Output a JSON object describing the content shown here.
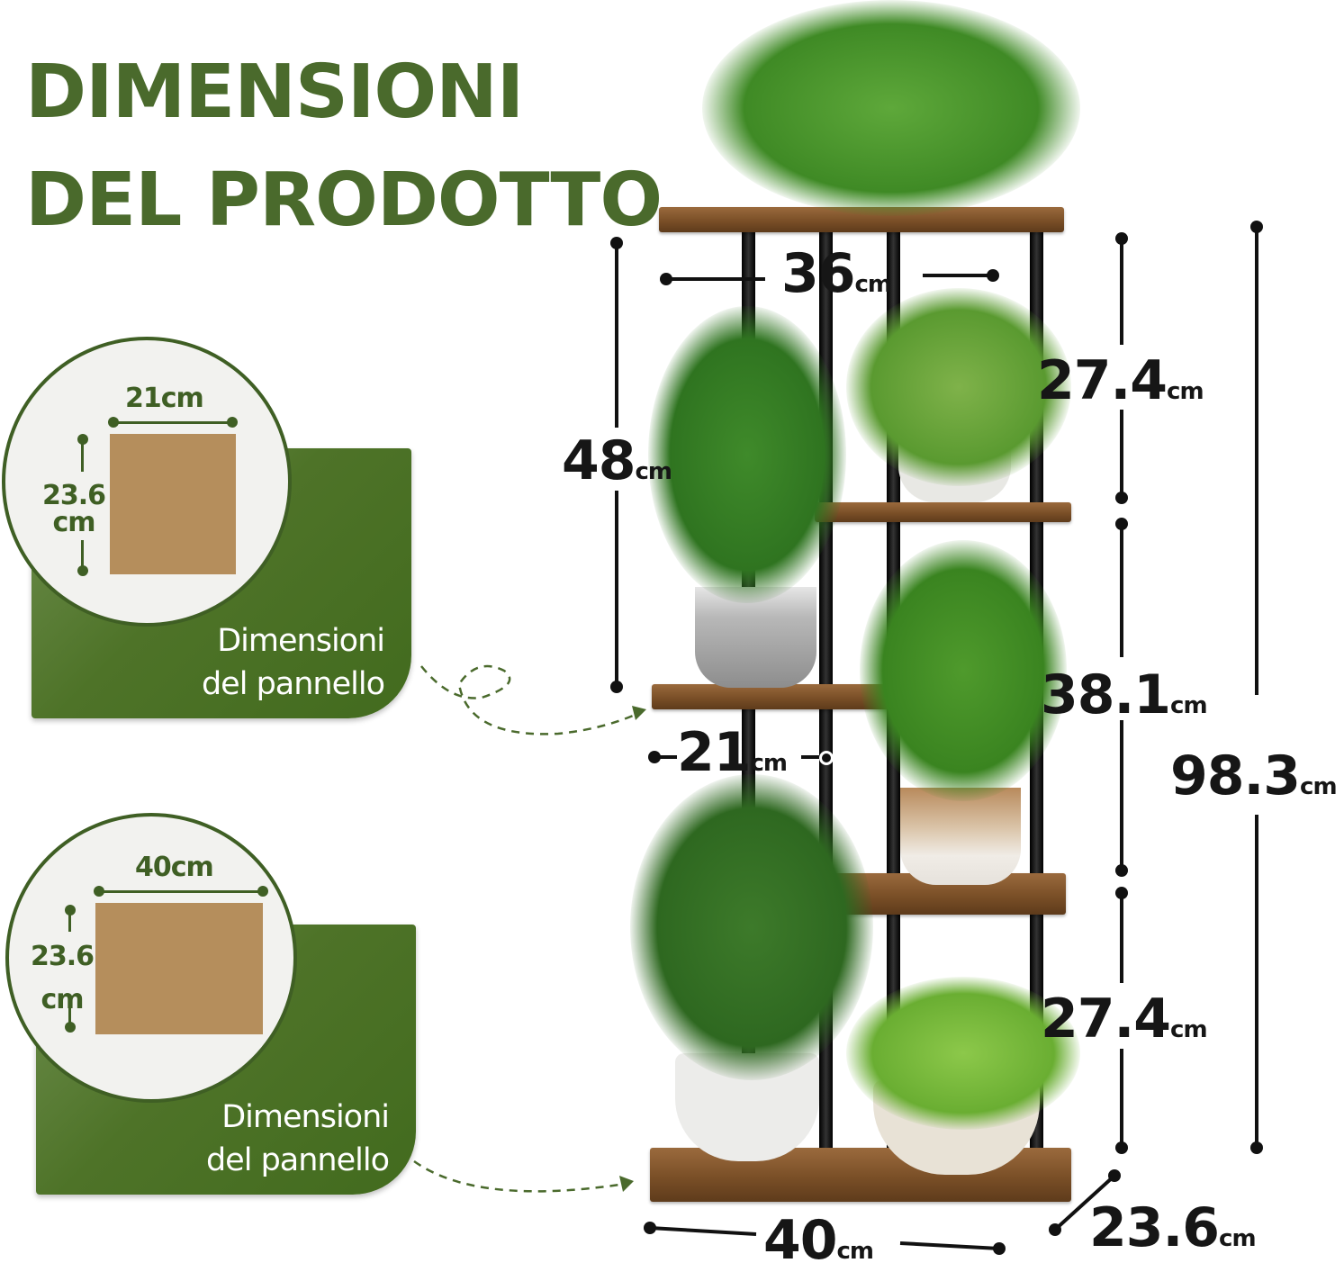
{
  "title": {
    "line1": "DIMENSIONI",
    "line2": "DEL PRODOTTO"
  },
  "panels": [
    {
      "width_label": "21cm",
      "height_value": "23.6",
      "height_unit": "cm",
      "caption_line1": "Dimensioni",
      "caption_line2": "del pannello"
    },
    {
      "width_label": "40cm",
      "height_value": "23.6",
      "height_unit": "cm",
      "caption_line1": "Dimensioni",
      "caption_line2": "del pannello"
    }
  ],
  "dimensions": {
    "top_width": {
      "value": "36",
      "unit": "cm"
    },
    "upper_height": {
      "value": "48",
      "unit": "cm"
    },
    "mid_width": {
      "value": "21",
      "unit": "cm"
    },
    "bottom_width": {
      "value": "40",
      "unit": "cm"
    },
    "depth": {
      "value": "23.6",
      "unit": "cm"
    },
    "tier1": {
      "value": "27.4",
      "unit": "cm"
    },
    "tier2": {
      "value": "38.1",
      "unit": "cm"
    },
    "tier3": {
      "value": "27.4",
      "unit": "cm"
    },
    "total_height": {
      "value": "98.3",
      "unit": "cm"
    }
  },
  "colors": {
    "brand_green": "#4a6a2c",
    "panel_wood": "#b58e5c",
    "shelf_wood": "#7a4f27",
    "frame_black": "#111111"
  }
}
